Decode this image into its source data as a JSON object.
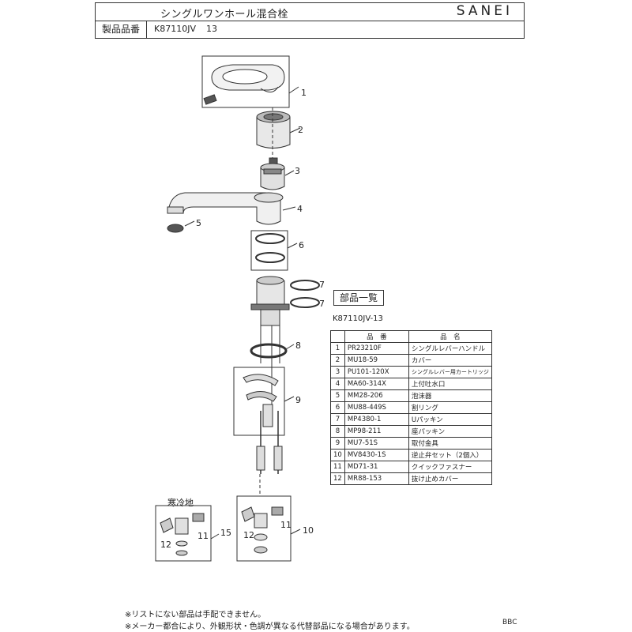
{
  "header": {
    "title": "シングルワンホール混合栓",
    "brand": "SANEI",
    "model_label": "製品品番",
    "model": "K87110JV",
    "code": "13"
  },
  "diagram": {
    "callouts": [
      "1",
      "2",
      "3",
      "4",
      "5",
      "6",
      "7",
      "7",
      "8",
      "9",
      "10",
      "11",
      "12",
      "11",
      "12",
      "15"
    ],
    "cold_region_label": "寒冷地"
  },
  "parts_list": {
    "title": "部品一覧",
    "model": "K87110JV-13",
    "headers": [
      "",
      "品　番",
      "品　名"
    ],
    "rows": [
      {
        "no": "1",
        "code": "PR23210F",
        "name": "シングルレバーハンドル"
      },
      {
        "no": "2",
        "code": "MU18-59",
        "name": "カバー"
      },
      {
        "no": "3",
        "code": "PU101-120X",
        "name": "シングルレバー用カートリッジ"
      },
      {
        "no": "4",
        "code": "MA60-314X",
        "name": "上付吐水口"
      },
      {
        "no": "5",
        "code": "MM28-206",
        "name": "泡沫器"
      },
      {
        "no": "6",
        "code": "MU88-449S",
        "name": "割リング"
      },
      {
        "no": "7",
        "code": "MP4380-1",
        "name": "Uパッキン"
      },
      {
        "no": "8",
        "code": "MP98-211",
        "name": "座パッキン"
      },
      {
        "no": "9",
        "code": "MU7-51S",
        "name": "取付金具"
      },
      {
        "no": "10",
        "code": "MV8430-1S",
        "name": "逆止弁セット（2個入）"
      },
      {
        "no": "11",
        "code": "MD71-31",
        "name": "クイックファスナー"
      },
      {
        "no": "12",
        "code": "MR88-153",
        "name": "抜け止めカバー"
      }
    ]
  },
  "notes": [
    "※リストにない部品は手配できません。",
    "※メーカー都合により、外観形状・色調が異なる代替部品になる場合があります。"
  ],
  "footer_code": "BBC"
}
